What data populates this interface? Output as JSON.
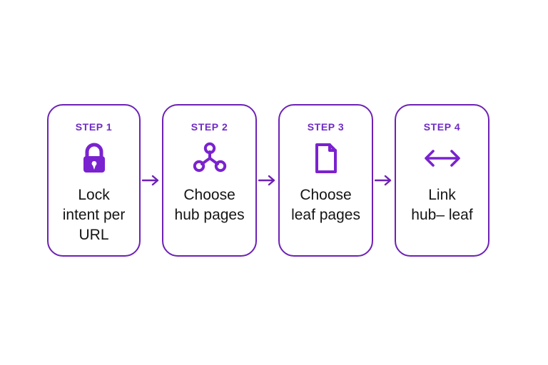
{
  "diagram": {
    "title": "Four step process flow",
    "background_color": "#ffffff",
    "accent_color": "#6d21b5",
    "icon_color": "#7a22cf",
    "text_color": "#141414",
    "connector_icon": "arrow-right-icon",
    "steps": [
      {
        "label": "STEP 1",
        "icon": "lock-icon",
        "text": "Lock\nintent per\nURL"
      },
      {
        "label": "STEP 2",
        "icon": "hub-network-icon",
        "text": "Choose\nhub pages"
      },
      {
        "label": "STEP 3",
        "icon": "document-page-icon",
        "text": "Choose\nleaf pages"
      },
      {
        "label": "STEP 4",
        "icon": "double-arrow-horizontal-icon",
        "text": "Link\nhub– leaf"
      }
    ]
  }
}
